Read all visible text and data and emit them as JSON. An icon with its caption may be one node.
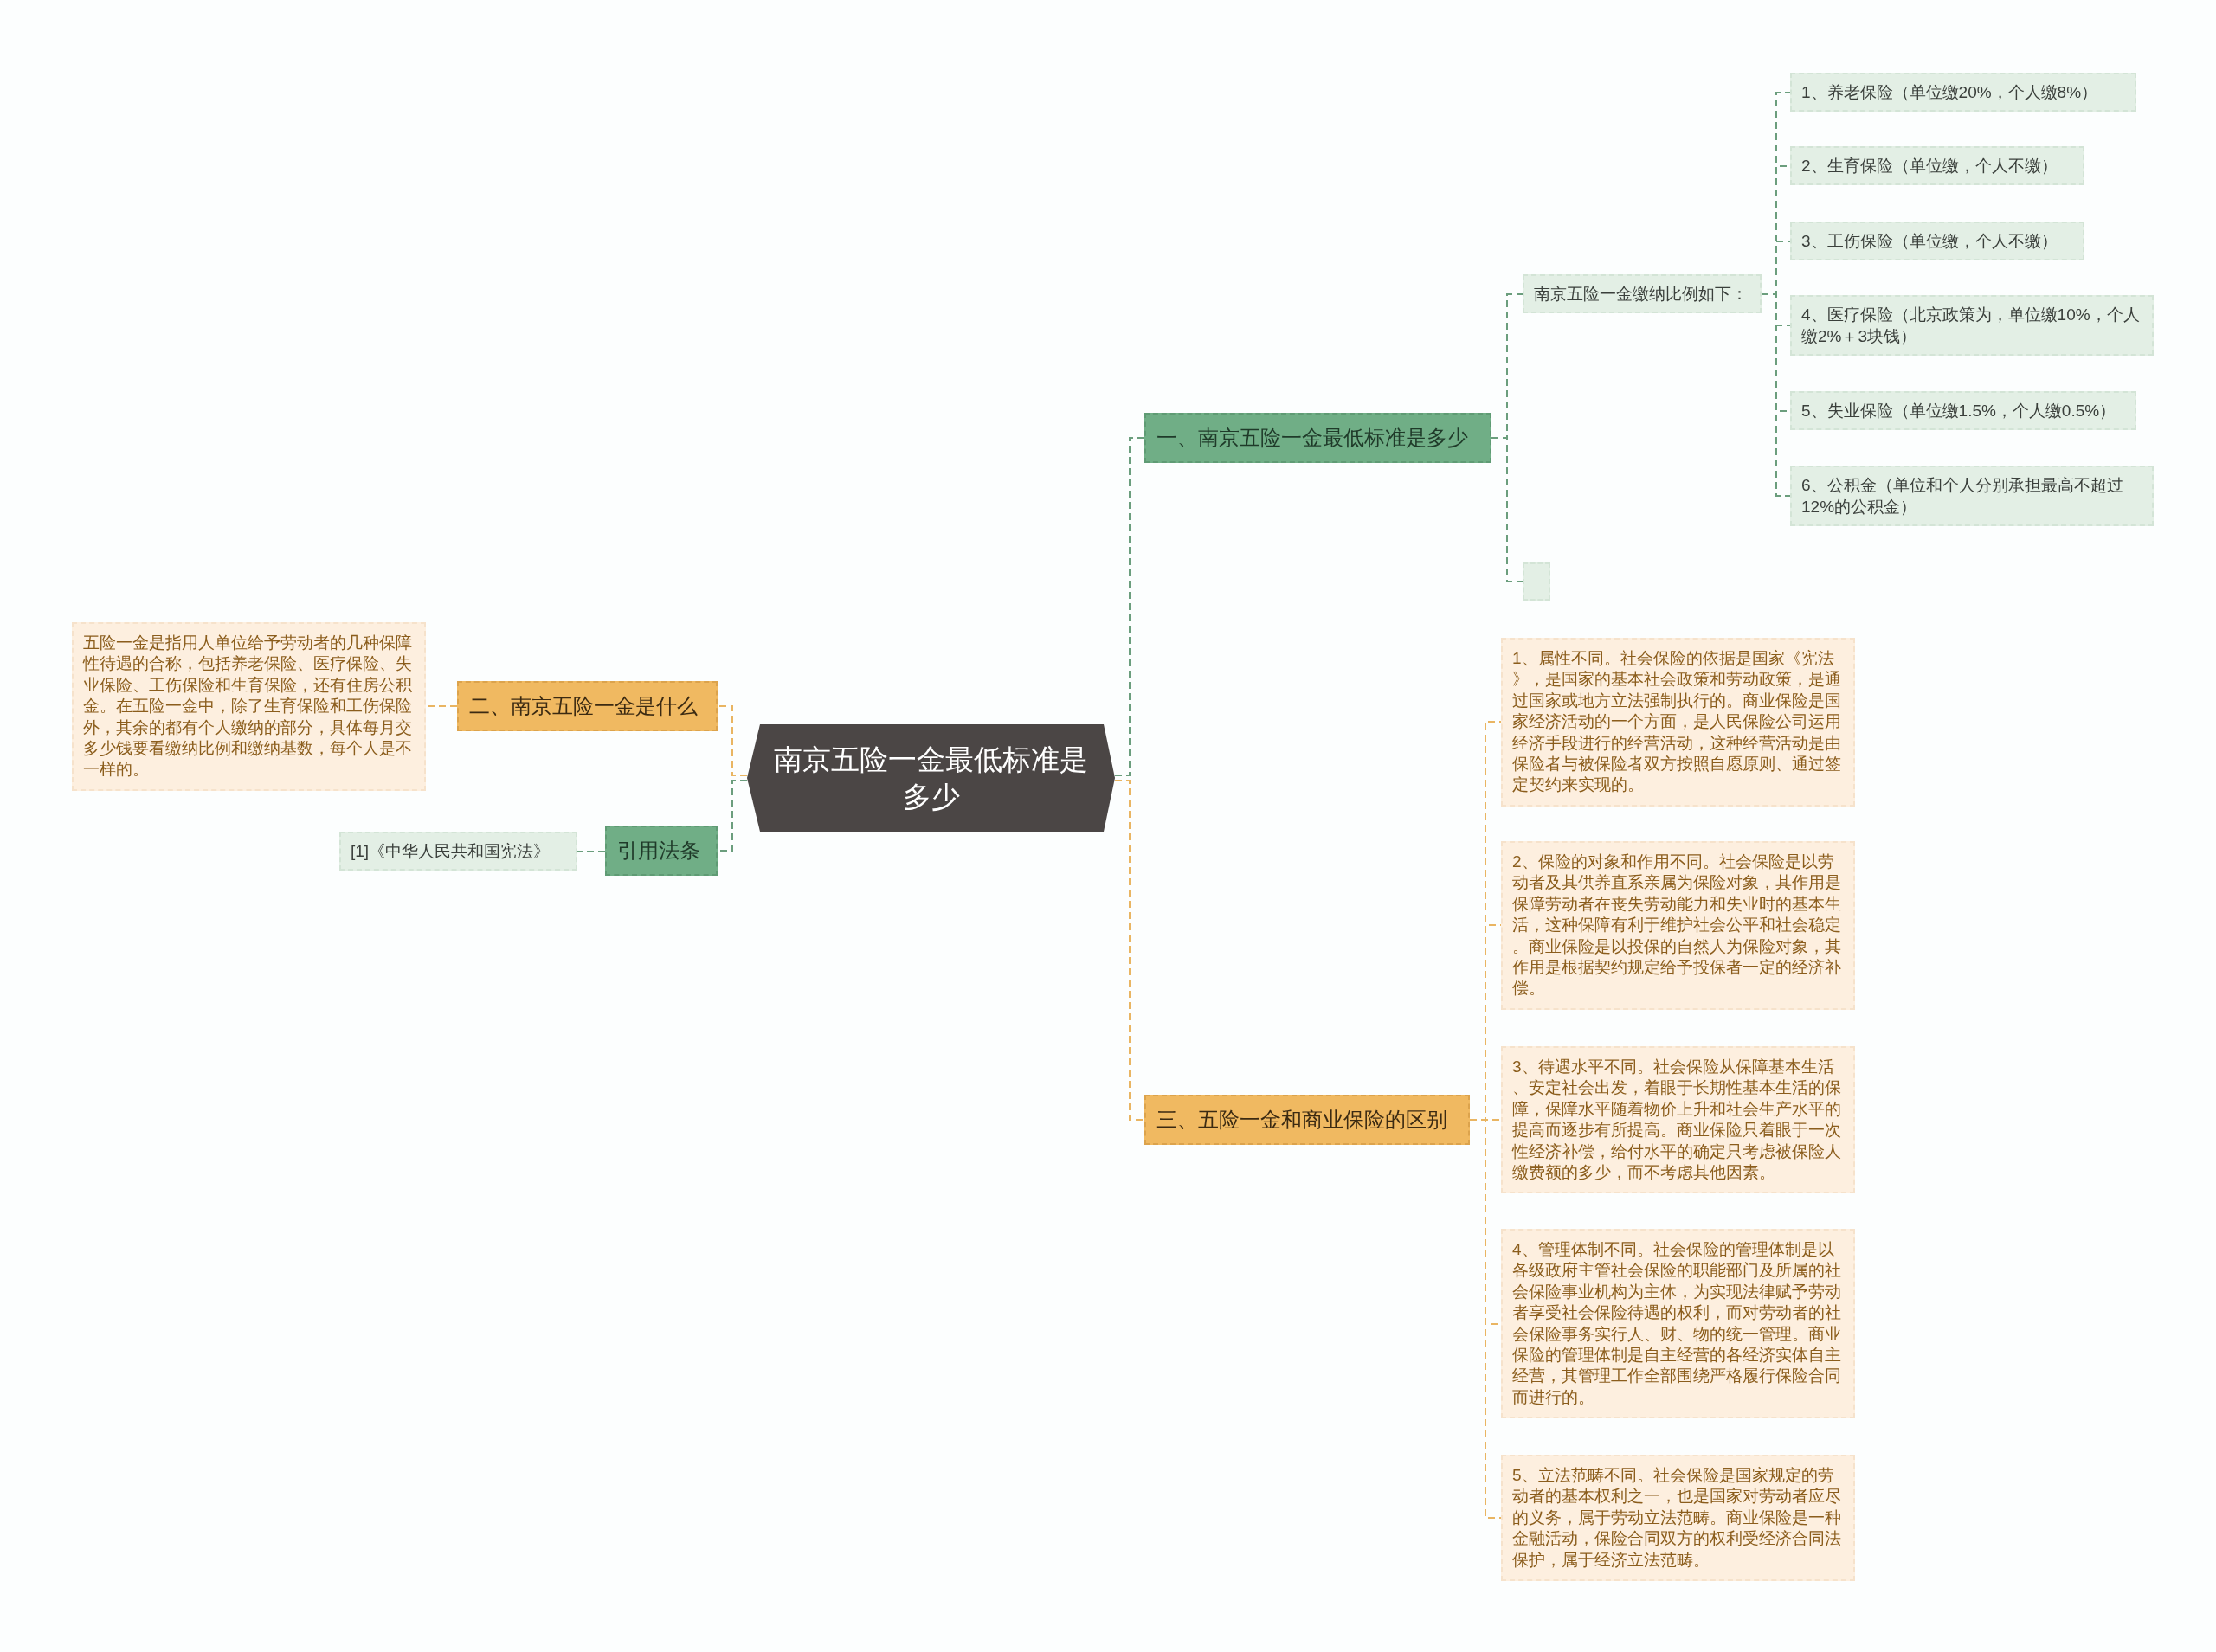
{
  "diagram": {
    "nodes": [
      {
        "text": [
          "南京五险一金最低标准是多少"
        ]
      },
      {
        "text": [
          "一、南京五险一金最低标准是多少"
        ]
      },
      {
        "text": [
          "南京五险一金缴纳比例如下："
        ]
      },
      {
        "text": [
          "1、养老保险（单位缴20%，个人缴8%）"
        ]
      },
      {
        "text": [
          "2、生育保险（单位缴，个人不缴）"
        ]
      },
      {
        "text": [
          "3、工伤保险（单位缴，个人不缴）"
        ]
      },
      {
        "text": [
          "4、医疗保险（北京政策为，单位缴10%，个人缴2%＋3块钱）"
        ]
      },
      {
        "text": [
          "5、失业保险（单位缴1.5%，个人缴0.5%）"
        ]
      },
      {
        "text": [
          "6、公积金（单位和个人分别承担最高不超过12%的公积金）"
        ]
      },
      {
        "text": [],
        "shape": "box"
      },
      {
        "text": [
          "二、南京五险一金是什么"
        ]
      },
      {
        "text": [
          "五险一金是指用人单位给予劳动者的几种保障性待遇的合称，包括养老保险、医疗保险、失业保险、工伤保险和生育保险，还有住房公积金。在五险一金中，除了生育保险和工伤保险外，其余的都有个人缴纳的部分，具体每月交多少钱要看缴纳比例和缴纳基数，每个人是不一样的。"
        ]
      },
      {
        "text": [
          "引用法条"
        ]
      },
      {
        "text": [
          "[1]《中华人民共和国宪法》"
        ]
      },
      {
        "text": [
          "三、五险一金和商业保险的区别"
        ]
      },
      {
        "text": [
          "1、属性不同。社会保险的依据是国家《宪法》，是国家的基本社会政策和劳动政策，是通过国家或地方立法强制执行的。商业保险是国家经济活动的一个方面，是人民保险公司运用经济手段进行的经营活动，这种经营活动是由保险者与被保险者双方按照自愿原则、通过签定契约来实现的。"
        ]
      },
      {
        "text": [
          "2、保险的对象和作用不同。社会保险是以劳动者及其供养直系亲属为保险对象，其作用是保障劳动者在丧失劳动能力和失业时的基本生活，这种保障有利于维护社会公平和社会稳定。商业保险是以投保的自然人为保险对象，其作用是根据契约规定给予投保者一定的经济补偿。"
        ]
      },
      {
        "text": [
          "3、待遇水平不同。社会保险从保障基本生活、安定社会出发，着眼于长期性基本生活的保障，保障水平随着物价上升和社会生产水平的提高而逐步有所提高。商业保险只着眼于一次性经济补偿，给付水平的确定只考虑被保险人缴费额的多少，而不考虑其他因素。"
        ]
      },
      {
        "text": [
          "4、管理体制不同。社会保险的管理体制是以各级政府主管社会保险的职能部门及所属的社会保险事业机构为主体，为实现法律赋予劳动者享受社会保险待遇的权利，而对劳动者的社会保险事务实行人、财、物的统一管理。商业保险的管理体制是自主经营的各经济实体自主经营，其管理工作全部围绕严格履行保险合同而进行的。"
        ]
      },
      {
        "text": [
          "5、立法范畴不同。社会保险是国家规定的劳动者的基本权利之一，也是国家对劳动者应尽的义务，属于劳动立法范畴。商业保险是一种金融活动，保险合同双方的权利受经济合同法保护，属于经济立法范畴。"
        ]
      }
    ],
    "edges": [
      {
        "from": 0,
        "to": 1,
        "arrow": "none",
        "style": "dashed"
      },
      {
        "from": 1,
        "to": 2,
        "arrow": "none",
        "style": "dashed"
      },
      {
        "from": 2,
        "to": 3,
        "arrow": "none",
        "style": "dashed"
      },
      {
        "from": 2,
        "to": 4,
        "arrow": "none",
        "style": "dashed"
      },
      {
        "from": 2,
        "to": 5,
        "arrow": "none",
        "style": "dashed"
      },
      {
        "from": 2,
        "to": 6,
        "arrow": "none",
        "style": "dashed"
      },
      {
        "from": 2,
        "to": 7,
        "arrow": "none",
        "style": "dashed"
      },
      {
        "from": 2,
        "to": 8,
        "arrow": "none",
        "style": "dashed"
      },
      {
        "from": 1,
        "to": 9,
        "arrow": "none",
        "style": "dashed"
      },
      {
        "from": 0,
        "to": 10,
        "arrow": "none",
        "style": "dashed",
        "color": "#e9b562"
      },
      {
        "from": 10,
        "to": 11,
        "arrow": "none",
        "style": "dashed",
        "color": "#e9b562"
      },
      {
        "from": 0,
        "to": 12,
        "arrow": "none",
        "style": "dashed"
      },
      {
        "from": 12,
        "to": 13,
        "arrow": "none",
        "style": "dashed"
      },
      {
        "from": 0,
        "to": 14,
        "arrow": "none",
        "style": "dashed",
        "color": "#e9b562"
      },
      {
        "from": 14,
        "to": 15,
        "arrow": "none",
        "style": "dashed",
        "color": "#e9b562"
      },
      {
        "from": 14,
        "to": 16,
        "arrow": "none",
        "style": "dashed",
        "color": "#e9b562"
      },
      {
        "from": 14,
        "to": 17,
        "arrow": "none",
        "style": "dashed",
        "color": "#e9b562"
      },
      {
        "from": 14,
        "to": 18,
        "arrow": "none",
        "style": "dashed",
        "color": "#e9b562"
      },
      {
        "from": 14,
        "to": 19,
        "arrow": "none",
        "style": "dashed",
        "color": "#e9b562"
      }
    ]
  }
}
